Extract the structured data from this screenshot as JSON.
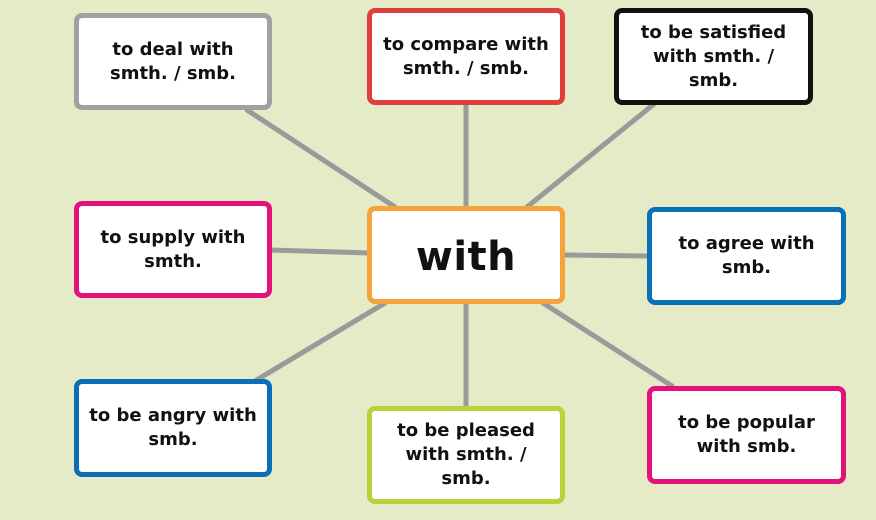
{
  "center": {
    "label": "with",
    "color": "#f4a43a"
  },
  "phrases": [
    {
      "id": "deal",
      "text": "to deal with\nsmth. / smb.",
      "color": "#a0a0a0"
    },
    {
      "id": "compare",
      "text": "to compare with\nsmth. / smb.",
      "color": "#e13d3d"
    },
    {
      "id": "satisfied",
      "text": "to be satisfied\nwith smth. / smb.",
      "color": "#111111"
    },
    {
      "id": "supply",
      "text": "to supply with\nsmth.",
      "color": "#e2127a"
    },
    {
      "id": "agree",
      "text": "to agree with\nsmb.",
      "color": "#0b6fb8"
    },
    {
      "id": "angry",
      "text": "to be angry with\nsmb.",
      "color": "#0b6fb8"
    },
    {
      "id": "pleased",
      "text": "to be pleased\nwith smth. / smb.",
      "color": "#b9d23a"
    },
    {
      "id": "popular",
      "text": "to be popular\nwith smb.",
      "color": "#e2127a"
    }
  ],
  "connector_color": "#9a9a9a"
}
